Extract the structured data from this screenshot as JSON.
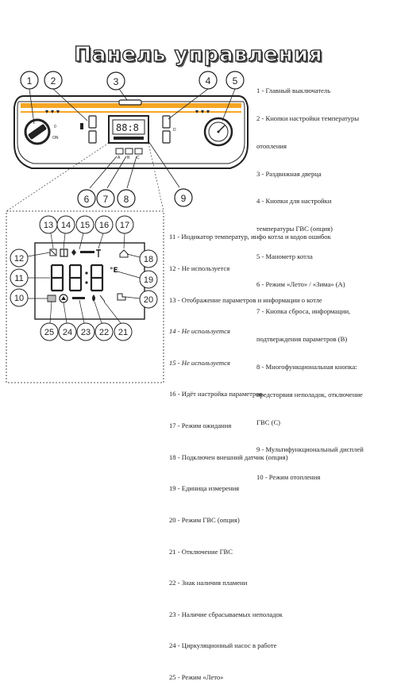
{
  "title": "Панель управления",
  "panel": {
    "callouts_top": [
      "1",
      "2",
      "3",
      "4",
      "5"
    ],
    "callouts_bottom": [
      "6",
      "7",
      "8",
      "9"
    ],
    "switch_label_0": "0",
    "switch_label_on": "ON",
    "display_side_label": "D"
  },
  "display_callouts": [
    "12",
    "13",
    "14",
    "15",
    "16",
    "17",
    "18",
    "11",
    "19",
    "10",
    "20",
    "25",
    "24",
    "23",
    "22",
    "21"
  ],
  "legend_top": [
    "1 - Главный выключатель",
    "2 - Кнопки настройки температуры",
    "отопления",
    "3 - Раздвижная дверца",
    "4 - Кнопки для настройки",
    "температуры ГВС (опция)",
    "5 - Манометр котла",
    "6 - Режим «Лето» / «Зима» (A)",
    "7 - Кнопка сброса, информации,",
    "подтверждения параметров (B)",
    "8 - Многофункциональная кнопка:",
    "предсторвия неполадок, отключение",
    "ГВС (C)",
    "9 - Мультифункциональный дисплей",
    "10 - Режим отопления"
  ],
  "legend_bottom": [
    {
      "text": "11 - Индикатор температур, инфо котла и кодов ошибок",
      "italic": false
    },
    {
      "text": "12 - Не используется",
      "italic": false
    },
    {
      "text": "13 - Отображение параметров и информации о котле",
      "italic": false
    },
    {
      "text": "14 - Не используется",
      "italic": true
    },
    {
      "text": "15 - Не используется",
      "italic": true
    },
    {
      "text": "16 - Идёт настройка параметров",
      "italic": false
    },
    {
      "text": "17 - Режим ожидания",
      "italic": false
    },
    {
      "text": "18 - Подключен внешний датчик (опция)",
      "italic": false
    },
    {
      "text": "19 - Единица измерения",
      "italic": false
    },
    {
      "text": "20 - Режим ГВС (опция)",
      "italic": false
    },
    {
      "text": "21 - Отключение ГВС",
      "italic": false
    },
    {
      "text": "22 - Знак наличия пламени",
      "italic": false
    },
    {
      "text": "23 - Наличие сбрасываемых неполадок",
      "italic": false
    },
    {
      "text": "24 - Циркуляционный насос в работе",
      "italic": false
    },
    {
      "text": "25 - Режим «Лето»",
      "italic": false
    }
  ],
  "colors": {
    "accent_orange": "#f5a623",
    "ink": "#222222"
  }
}
